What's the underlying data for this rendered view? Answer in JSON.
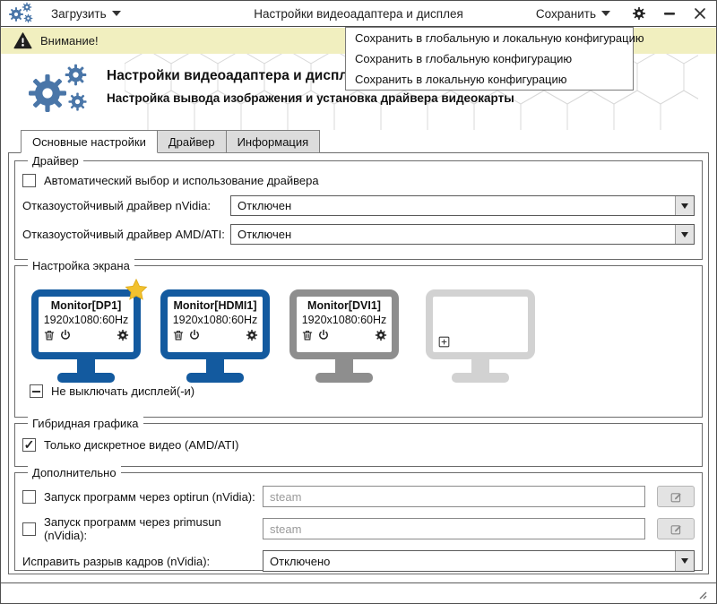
{
  "window": {
    "title": "Настройки видеоадаптера и дисплея",
    "load_button": "Загрузить",
    "save_button": "Сохранить"
  },
  "warning": {
    "text": "Внимание!"
  },
  "save_menu": {
    "items": [
      "Сохранить в глобальную и локальную конфигурацию",
      "Сохранить в глобальную конфигурацию",
      "Сохранить в локальную конфигурацию"
    ]
  },
  "header": {
    "title": "Настройки видеоадаптера и дисплея",
    "subtitle": "Настройка вывода изображения и установка драйвера видеокарты"
  },
  "tabs": [
    {
      "label": "Основные настройки",
      "active": true
    },
    {
      "label": "Драйвер",
      "active": false
    },
    {
      "label": "Информация",
      "active": false
    }
  ],
  "driver_group": {
    "title": "Драйвер",
    "auto_checkbox": {
      "label": "Автоматический выбор и использование драйвера",
      "checked": false
    },
    "nvidia_failsafe": {
      "label": "Отказоустойчивый драйвер nVidia:",
      "value": "Отключен"
    },
    "amd_failsafe": {
      "label": "Отказоустойчивый драйвер AMD/ATI:",
      "value": "Отключен"
    }
  },
  "screen_group": {
    "title": "Настройка экрана",
    "monitors": [
      {
        "name": "Monitor[DP1]",
        "resolution": "1920x1080:60Hz",
        "primary": true,
        "state": "enabled"
      },
      {
        "name": "Monitor[HDMI1]",
        "resolution": "1920x1080:60Hz",
        "primary": false,
        "state": "enabled"
      },
      {
        "name": "Monitor[DVI1]",
        "resolution": "1920x1080:60Hz",
        "primary": false,
        "state": "disabled"
      },
      {
        "name": "",
        "resolution": "",
        "primary": false,
        "state": "empty"
      }
    ],
    "keep_on_checkbox": {
      "label": "Не выключать дисплей(-и)",
      "state": "indeterminate"
    }
  },
  "hybrid_group": {
    "title": "Гибридная графика",
    "discrete_checkbox": {
      "label": "Только дискретное видео (AMD/ATI)",
      "checked": true
    }
  },
  "extra_group": {
    "title": "Дополнительно",
    "optirun": {
      "label": "Запуск программ через optirun (nVidia):",
      "checked": false,
      "value": "",
      "placeholder": "steam"
    },
    "primusun": {
      "label": "Запуск программ через primusun (nVidia):",
      "checked": false,
      "value": "",
      "placeholder": "steam"
    },
    "tearing": {
      "label": "Исправить разрыв кадров (nVidia):",
      "value": "Отключено"
    }
  },
  "colors": {
    "monitor_blue": "#135a9f",
    "monitor_gray": "#8e8e8e",
    "monitor_empty": "#d2d2d2",
    "warning_bg": "#f1efbf",
    "gear_blue": "#4a76a8",
    "star_gold": "#f2c12e"
  }
}
